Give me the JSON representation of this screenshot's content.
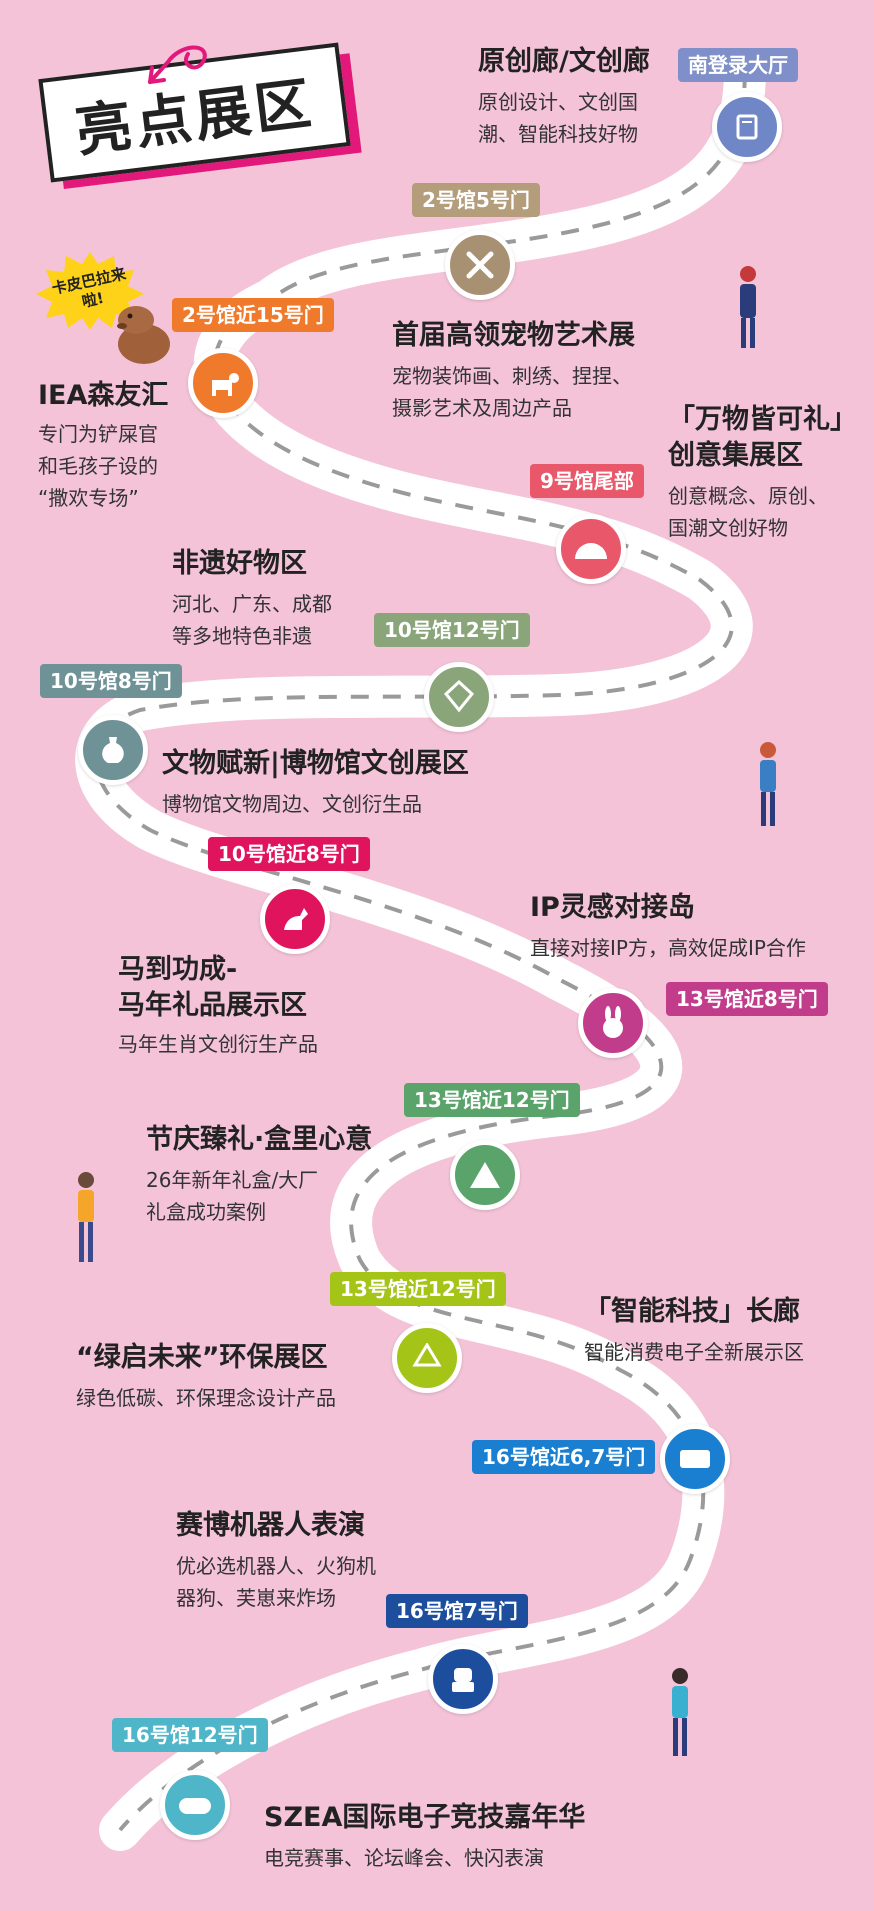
{
  "page_title": "亮点展区",
  "badge_text": "卡皮巴拉来啦!",
  "colors": {
    "background": "#f4c3d8",
    "road": "#ffffff",
    "dash": "#9a9a9a",
    "title_accent": "#e2187a"
  },
  "zones": [
    {
      "tag": "南登录大厅",
      "tag_color": "#7f8fc9",
      "title": "原创廊/文创廊",
      "desc": [
        "原创设计、文创国",
        "潮、智能科技好物"
      ],
      "icon": "book-icon",
      "icon_color": "#6f86c7"
    },
    {
      "tag": "2号馆5号门",
      "tag_color": "#b39d7a",
      "title": "首届高领宠物艺术展",
      "desc": [
        "宠物装饰画、刺绣、捏捏、",
        "摄影艺术及周边产品"
      ],
      "icon": "bone-icon",
      "icon_color": "#a89173"
    },
    {
      "tag": "2号馆近15号门",
      "tag_color": "#f07a2c",
      "title": "IEA森友汇",
      "desc": [
        "专门为铲屎官",
        "和毛孩子设的",
        "“撒欢专场”"
      ],
      "icon": "dog-icon",
      "icon_color": "#f07a2c"
    },
    {
      "tag": "9号馆尾部",
      "tag_color": "#e8586a",
      "title": "「万物皆可礼」\n创意集展区",
      "title_lines": [
        "「万物皆可礼」",
        "创意集展区"
      ],
      "desc": [
        "创意概念、原创、",
        "国潮文创好物"
      ],
      "icon": "fan-icon",
      "icon_color": "#e8586a"
    },
    {
      "tag": "10号馆12号门",
      "tag_color": "#8aa57a",
      "title": "非遗好物区",
      "desc": [
        "河北、广东、成都",
        "等多地特色非遗"
      ],
      "icon": "kite-icon",
      "icon_color": "#8aa57a"
    },
    {
      "tag": "10号馆8号门",
      "tag_color": "#6f9297",
      "title": "文物赋新|博物馆文创展区",
      "desc": [
        "博物馆文物周边、文创衍生品"
      ],
      "icon": "vase-icon",
      "icon_color": "#6f9297"
    },
    {
      "tag": "10号馆近8号门",
      "tag_color": "#e0145d",
      "title_lines": [
        "马到功成-",
        "马年礼品展示区"
      ],
      "desc": [
        "马年生肖文创衍生产品"
      ],
      "icon": "horse-icon",
      "icon_color": "#e0145d"
    },
    {
      "tag": "13号馆近8号门",
      "tag_color": "#c13d8c",
      "title": "IP灵感对接岛",
      "desc": [
        "直接对接IP方，高效促成IP合作"
      ],
      "icon": "rabbit-icon",
      "icon_color": "#c13d8c"
    },
    {
      "tag": "13号馆近12号门",
      "tag_color": "#5aa36a",
      "title": "节庆臻礼·盒里心意",
      "desc": [
        "26年新年礼盒/大厂",
        "礼盒成功案例"
      ],
      "icon": "zongzi-icon",
      "icon_color": "#5aa36a"
    },
    {
      "tag": "13号馆近12号门",
      "tag_color": "#a4c418",
      "title": "“绿启未来”环保展区",
      "desc": [
        "绿色低碳、环保理念设计产品"
      ],
      "icon": "recycle-icon",
      "icon_color": "#a4c418"
    },
    {
      "tag": "",
      "tag_color": "",
      "title": "「智能科技」长廊",
      "desc": [
        "智能消费电子全新展示区"
      ],
      "icon": "keyboard-icon",
      "icon_color": "#1a7fd1"
    },
    {
      "tag": "16号馆近6,7号门",
      "tag_color": "#1a7fd1",
      "title": "赛博机器人表演",
      "desc": [
        "优必选机器人、火狗机",
        "器狗、芙崽来炸场"
      ],
      "icon": "robot-icon",
      "icon_color": "#1d4e9e"
    },
    {
      "tag": "16号馆7号门",
      "tag_color": "#1d4e9e",
      "title": "",
      "desc": [],
      "icon": "",
      "icon_color": ""
    },
    {
      "tag": "16号馆12号门",
      "tag_color": "#4fb6c9",
      "title": "SZEA国际电子竞技嘉年华",
      "desc": [
        "电竞赛事、论坛峰会、快闪表演"
      ],
      "icon": "gamepad-icon",
      "icon_color": "#4fb6c9"
    }
  ]
}
